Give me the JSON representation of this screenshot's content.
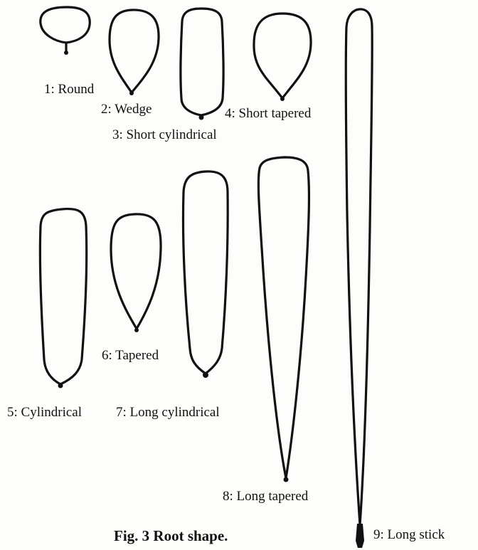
{
  "figure": {
    "caption": "Fig. 3  Root shape.",
    "shapes": [
      {
        "number": 1,
        "label": "1: Round"
      },
      {
        "number": 2,
        "label": "2: Wedge"
      },
      {
        "number": 3,
        "label": "3: Short cylindrical"
      },
      {
        "number": 4,
        "label": "4: Short tapered"
      },
      {
        "number": 5,
        "label": "5: Cylindrical"
      },
      {
        "number": 6,
        "label": "6: Tapered"
      },
      {
        "number": 7,
        "label": "7: Long cylindrical"
      },
      {
        "number": 8,
        "label": "8: Long tapered"
      },
      {
        "number": 9,
        "label": "9: Long stick"
      }
    ]
  }
}
